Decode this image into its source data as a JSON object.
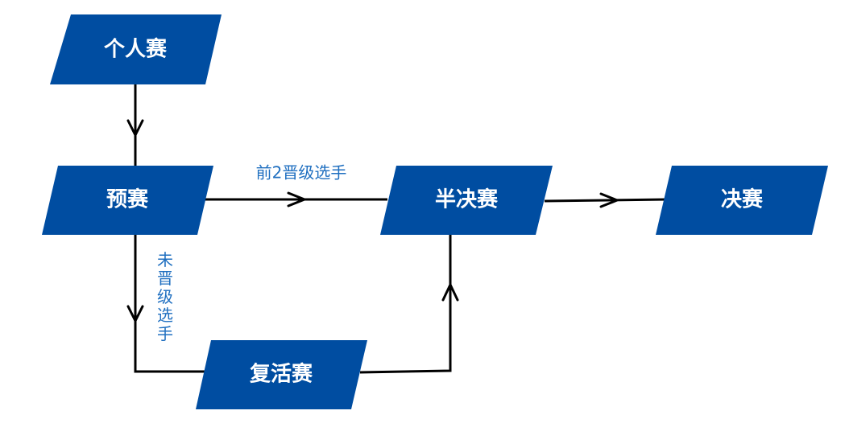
{
  "nodes": {
    "individual": "个人赛",
    "prelim": "预赛",
    "semifinal": "半决赛",
    "final": "决赛",
    "repechage": "复活赛"
  },
  "edge_labels": {
    "top2_advance": "前2晋级选手",
    "not_advanced": "未晋级选手"
  },
  "colors": {
    "node_fill": "#004DA1",
    "node_text": "#FFFFFF",
    "label_text": "#1F6FC0",
    "connector": "#000000"
  }
}
